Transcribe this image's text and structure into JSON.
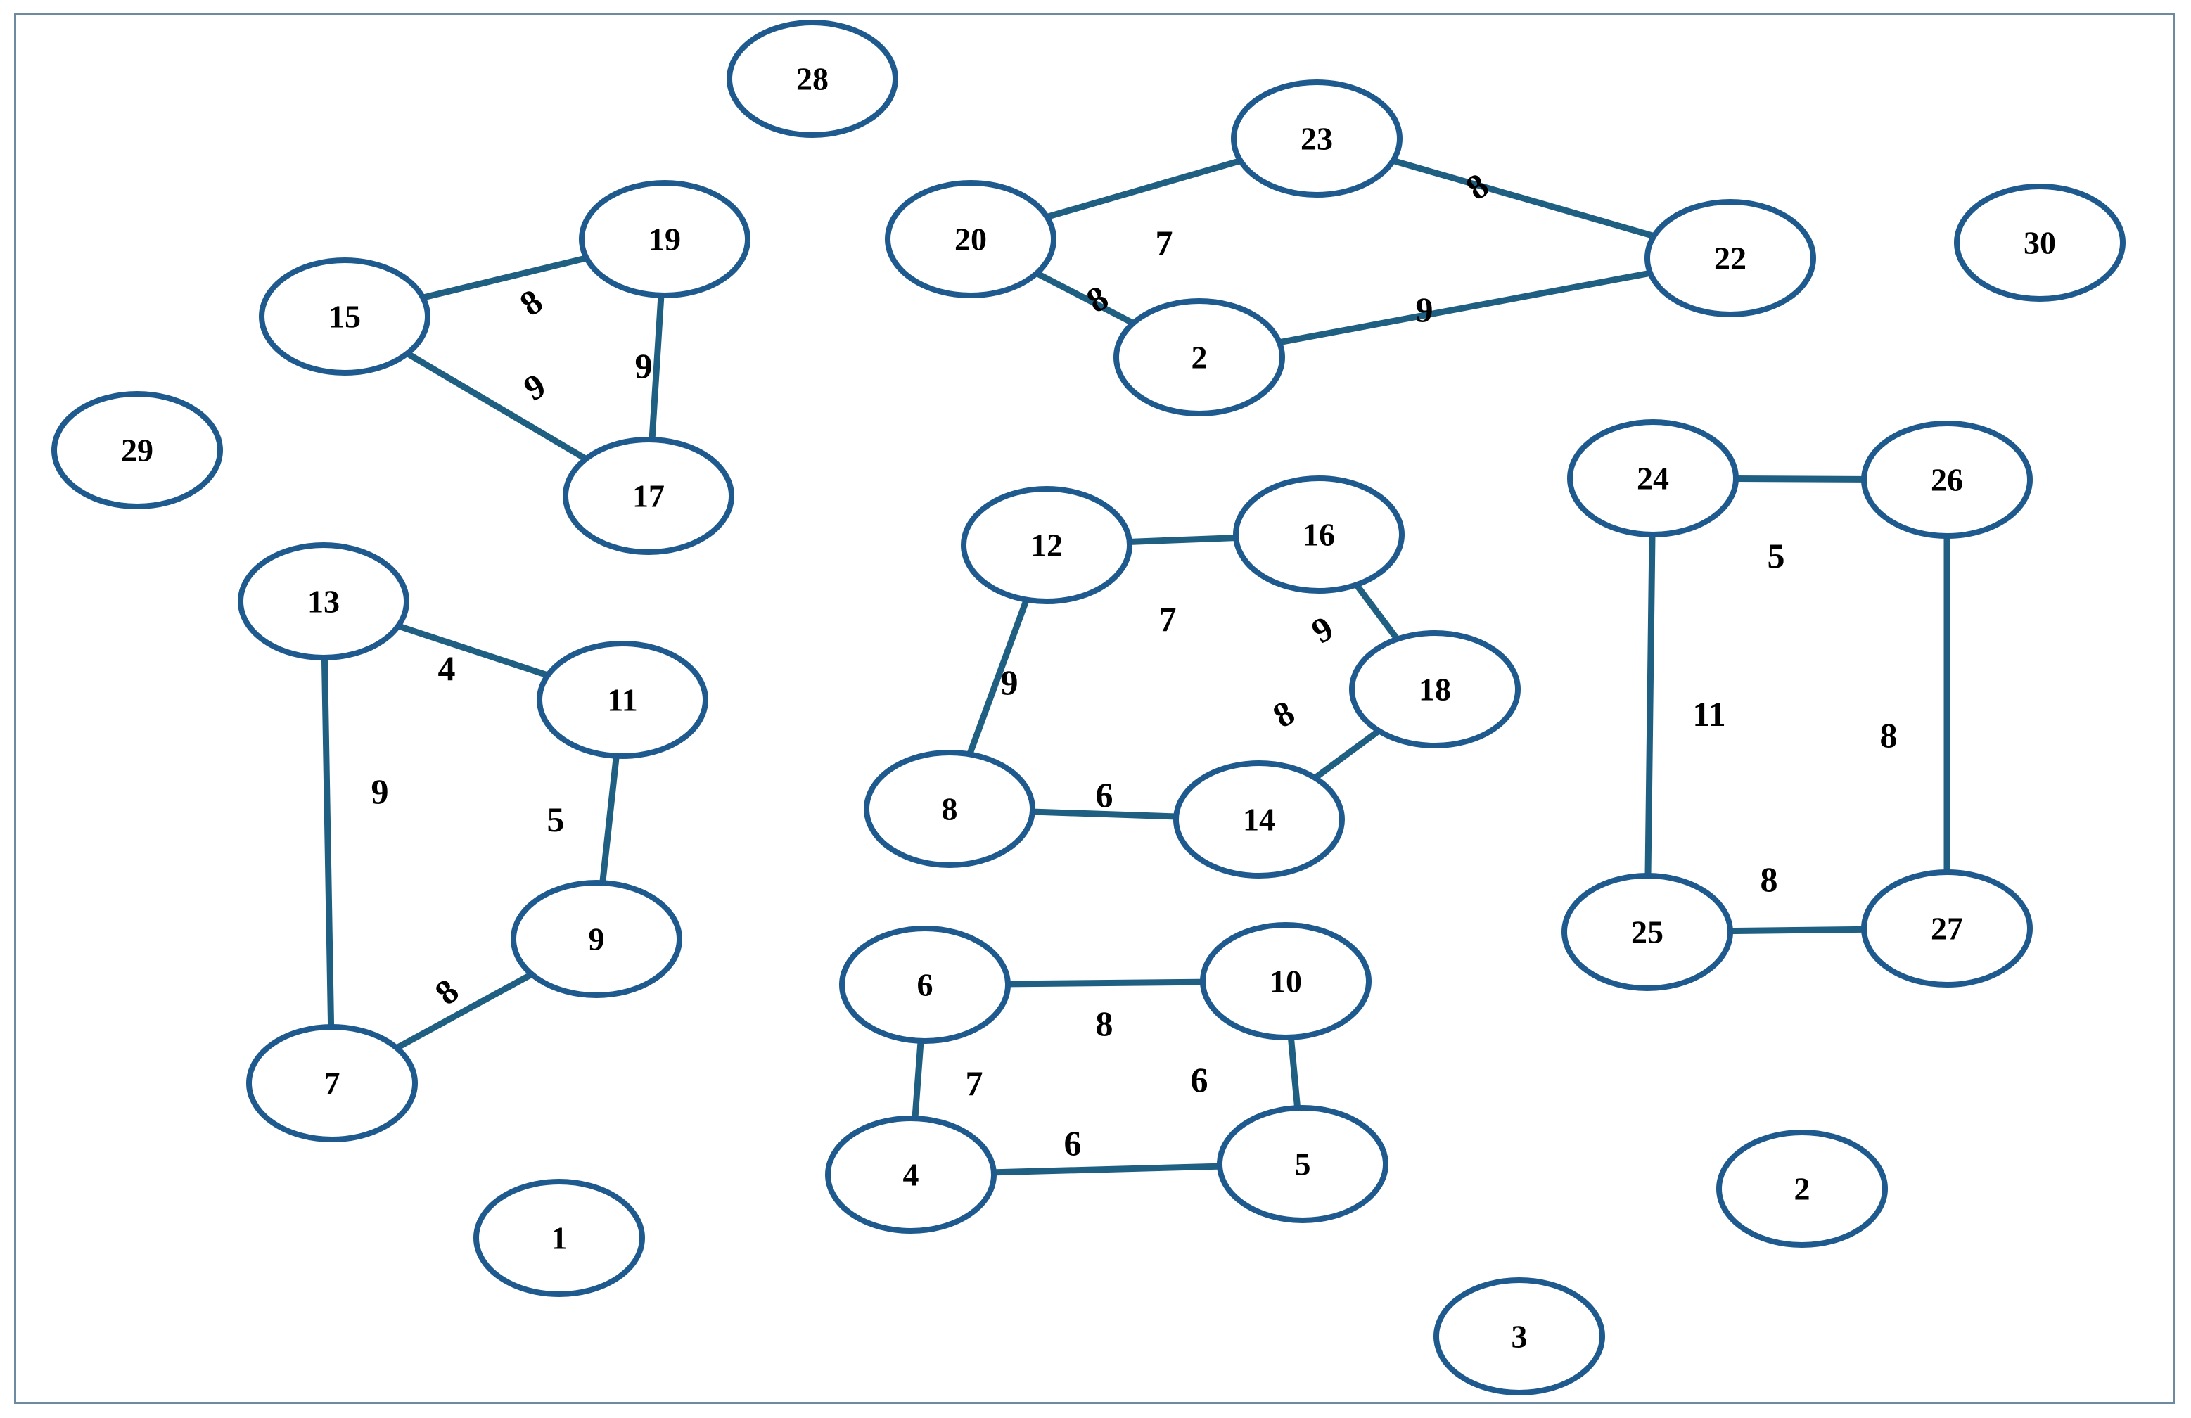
{
  "colors": {
    "edge": "#1f5f82",
    "node_border": "#1f5a8f",
    "frame_border": "#6d8aa0",
    "text": "#000000"
  },
  "nodes": [
    {
      "id": "n28",
      "label": "28"
    },
    {
      "id": "n23",
      "label": "23"
    },
    {
      "id": "n20",
      "label": "20"
    },
    {
      "id": "n22",
      "label": "22"
    },
    {
      "id": "n2a",
      "label": "2"
    },
    {
      "id": "n30",
      "label": "30"
    },
    {
      "id": "n19",
      "label": "19"
    },
    {
      "id": "n15",
      "label": "15"
    },
    {
      "id": "n17",
      "label": "17"
    },
    {
      "id": "n29",
      "label": "29"
    },
    {
      "id": "n24",
      "label": "24"
    },
    {
      "id": "n26",
      "label": "26"
    },
    {
      "id": "n12",
      "label": "12"
    },
    {
      "id": "n16",
      "label": "16"
    },
    {
      "id": "n18",
      "label": "18"
    },
    {
      "id": "n8",
      "label": "8"
    },
    {
      "id": "n14",
      "label": "14"
    },
    {
      "id": "n13",
      "label": "13"
    },
    {
      "id": "n11",
      "label": "11"
    },
    {
      "id": "n9",
      "label": "9"
    },
    {
      "id": "n7",
      "label": "7"
    },
    {
      "id": "n25",
      "label": "25"
    },
    {
      "id": "n27",
      "label": "27"
    },
    {
      "id": "n6",
      "label": "6"
    },
    {
      "id": "n10",
      "label": "10"
    },
    {
      "id": "n4",
      "label": "4"
    },
    {
      "id": "n5",
      "label": "5"
    },
    {
      "id": "n2b",
      "label": "2"
    },
    {
      "id": "n1",
      "label": "1"
    },
    {
      "id": "n3",
      "label": "3"
    }
  ],
  "edges": [
    {
      "from": "n20",
      "to": "n23",
      "weight": "7"
    },
    {
      "from": "n23",
      "to": "n22",
      "weight": "8"
    },
    {
      "from": "n20",
      "to": "n2a",
      "weight": "8"
    },
    {
      "from": "n2a",
      "to": "n22",
      "weight": "9"
    },
    {
      "from": "n15",
      "to": "n19",
      "weight": "8"
    },
    {
      "from": "n19",
      "to": "n17",
      "weight": "9"
    },
    {
      "from": "n15",
      "to": "n17",
      "weight": "9"
    },
    {
      "from": "n12",
      "to": "n16",
      "weight": "7"
    },
    {
      "from": "n16",
      "to": "n18",
      "weight": "9"
    },
    {
      "from": "n18",
      "to": "n14",
      "weight": "8"
    },
    {
      "from": "n8",
      "to": "n14",
      "weight": "6"
    },
    {
      "from": "n12",
      "to": "n8",
      "weight": "9"
    },
    {
      "from": "n13",
      "to": "n11",
      "weight": "4"
    },
    {
      "from": "n11",
      "to": "n9",
      "weight": "5"
    },
    {
      "from": "n9",
      "to": "n7",
      "weight": "8"
    },
    {
      "from": "n13",
      "to": "n7",
      "weight": "9"
    },
    {
      "from": "n24",
      "to": "n26",
      "weight": "5"
    },
    {
      "from": "n24",
      "to": "n25",
      "weight": "11"
    },
    {
      "from": "n26",
      "to": "n27",
      "weight": "8"
    },
    {
      "from": "n25",
      "to": "n27",
      "weight": "8"
    },
    {
      "from": "n6",
      "to": "n10",
      "weight": "8"
    },
    {
      "from": "n6",
      "to": "n4",
      "weight": "7"
    },
    {
      "from": "n10",
      "to": "n5",
      "weight": "6"
    },
    {
      "from": "n4",
      "to": "n5",
      "weight": "6"
    }
  ]
}
